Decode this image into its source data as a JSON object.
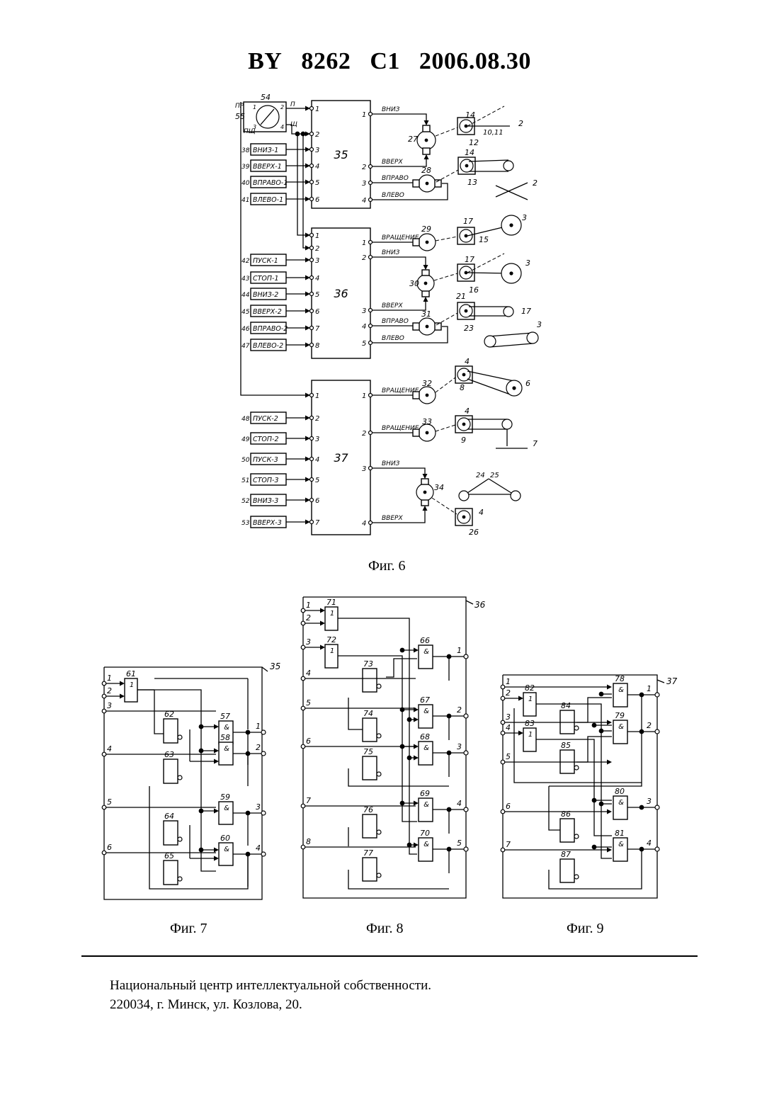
{
  "header": {
    "country": "BY",
    "number": "8262",
    "kind": "C1",
    "date": "2006.08.30"
  },
  "fig6": {
    "caption": "Фиг. 6",
    "switch_labels": [
      "54",
      "55",
      "ПР",
      "П",
      "Щ",
      "ПЩ",
      "1",
      "2",
      "3",
      "4"
    ],
    "blocks": [
      {
        "id": "35",
        "inputs": [
          "1",
          "2",
          "3",
          "4",
          "5",
          "6"
        ],
        "buttons": [
          {
            "num": "38",
            "label": "ВНИЗ-1",
            "pin": "3"
          },
          {
            "num": "39",
            "label": "ВВЕРХ-1",
            "pin": "4"
          },
          {
            "num": "40",
            "label": "ВПРАВО-1",
            "pin": "5"
          },
          {
            "num": "41",
            "label": "ВЛЕВО-1",
            "pin": "6"
          }
        ],
        "outputs": [
          {
            "pin": "1",
            "label": "ВНИЗ"
          },
          {
            "pin": "2",
            "label": "ВВЕРХ"
          },
          {
            "pin": "3",
            "label": "ВПРАВО"
          },
          {
            "pin": "4",
            "label": "ВЛЕВО"
          }
        ],
        "motors": [
          "27",
          "28"
        ],
        "parts": [
          "14",
          "12",
          "10,11",
          "2",
          "14",
          "13",
          "2"
        ]
      },
      {
        "id": "36",
        "inputs": [
          "1",
          "2",
          "3",
          "4",
          "5",
          "6",
          "7",
          "8"
        ],
        "buttons": [
          {
            "num": "42",
            "label": "ПУСК-1",
            "pin": "3"
          },
          {
            "num": "43",
            "label": "СТОП-1",
            "pin": "4"
          },
          {
            "num": "44",
            "label": "ВНИЗ-2",
            "pin": "5"
          },
          {
            "num": "45",
            "label": "ВВЕРХ-2",
            "pin": "6"
          },
          {
            "num": "46",
            "label": "ВПРАВО-2",
            "pin": "7"
          },
          {
            "num": "47",
            "label": "ВЛЕВО-2",
            "pin": "8"
          }
        ],
        "outputs": [
          {
            "pin": "1",
            "label": "ВРАЩЕНИЕ"
          },
          {
            "pin": "2",
            "label": "ВНИЗ"
          },
          {
            "pin": "3",
            "label": "ВВЕРХ"
          },
          {
            "pin": "4",
            "label": "ВПРАВО"
          },
          {
            "pin": "5",
            "label": "ВЛЕВО"
          }
        ],
        "motors": [
          "29",
          "30",
          "31"
        ],
        "parts": [
          "17",
          "15",
          "3",
          "17",
          "16",
          "3",
          "21",
          "23",
          "17",
          "3"
        ]
      },
      {
        "id": "37",
        "inputs": [
          "1",
          "2",
          "3",
          "4",
          "5",
          "6",
          "7"
        ],
        "buttons": [
          {
            "num": "48",
            "label": "ПУСК-2",
            "pin": "2"
          },
          {
            "num": "49",
            "label": "СТОП-2",
            "pin": "3"
          },
          {
            "num": "50",
            "label": "ПУСК-3",
            "pin": "4"
          },
          {
            "num": "51",
            "label": "СТОП-3",
            "pin": "5"
          },
          {
            "num": "52",
            "label": "ВНИЗ-3",
            "pin": "6"
          },
          {
            "num": "53",
            "label": "ВВЕРХ-3",
            "pin": "7"
          }
        ],
        "outputs": [
          {
            "pin": "1",
            "label": "ВРАЩЕНИЕ"
          },
          {
            "pin": "2",
            "label": "ВРАЩЕНИЕ"
          },
          {
            "pin": "3",
            "label": "ВНИЗ"
          },
          {
            "pin": "4",
            "label": "ВВЕРХ"
          }
        ],
        "motors": [
          "32",
          "33",
          "34"
        ],
        "parts": [
          "4",
          "8",
          "6",
          "4",
          "9",
          "7",
          "24",
          "25",
          "4",
          "26"
        ]
      }
    ]
  },
  "fig7": {
    "caption": "Фиг. 7",
    "block": "35",
    "or_gate": "61",
    "and_gates": [
      "57",
      "58",
      "59",
      "60"
    ],
    "inverters": [
      "62",
      "63",
      "64",
      "65"
    ],
    "inputs": [
      "1",
      "2",
      "3",
      "4",
      "5",
      "6"
    ],
    "outputs": [
      "1",
      "2",
      "3",
      "4"
    ],
    "or_symbol": "1",
    "and_symbol": "&"
  },
  "fig8": {
    "caption": "Фиг. 8",
    "block": "36",
    "or_gates": [
      "71",
      "72"
    ],
    "and_gates": [
      "66",
      "67",
      "68",
      "69",
      "70"
    ],
    "inverters": [
      "73",
      "74",
      "75",
      "76",
      "77"
    ],
    "inputs": [
      "1",
      "2",
      "3",
      "4",
      "5",
      "6",
      "7",
      "8"
    ],
    "outputs": [
      "1",
      "2",
      "3",
      "4",
      "5"
    ],
    "or_symbol": "1",
    "and_symbol": "&"
  },
  "fig9": {
    "caption": "Фиг. 9",
    "block": "37",
    "or_gates": [
      "82",
      "83"
    ],
    "and_gates": [
      "78",
      "79",
      "80",
      "81"
    ],
    "inverters": [
      "84",
      "85",
      "86",
      "87"
    ],
    "inputs": [
      "1",
      "2",
      "3",
      "4",
      "5",
      "6",
      "7"
    ],
    "outputs": [
      "1",
      "2",
      "3",
      "4"
    ],
    "or_symbol": "1",
    "and_symbol": "&"
  },
  "footer": {
    "line1": "Национальный центр интеллектуальной собственности.",
    "line2": "220034, г. Минск, ул. Козлова, 20."
  }
}
